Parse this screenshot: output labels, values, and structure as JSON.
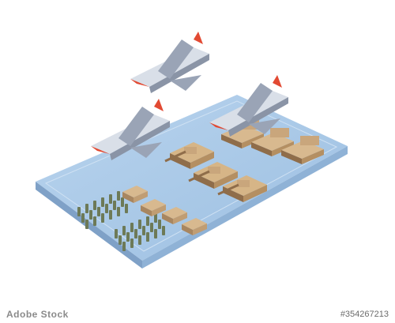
{
  "watermark": {
    "brand": "Adobe Stock",
    "stock_id": "#354267213"
  },
  "colors": {
    "platform_top": "#a9c7e6",
    "platform_side": "#8fb2d6",
    "tank_tan": "#c9a67c",
    "tank_dark": "#8f6d4a",
    "jet_gray": "#8a94a6",
    "jet_light": "#d9dfe8",
    "jet_accent": "#e24a33",
    "soldier": "#6d7a57"
  },
  "icons": {
    "logo": "adobe-stock-logo"
  }
}
